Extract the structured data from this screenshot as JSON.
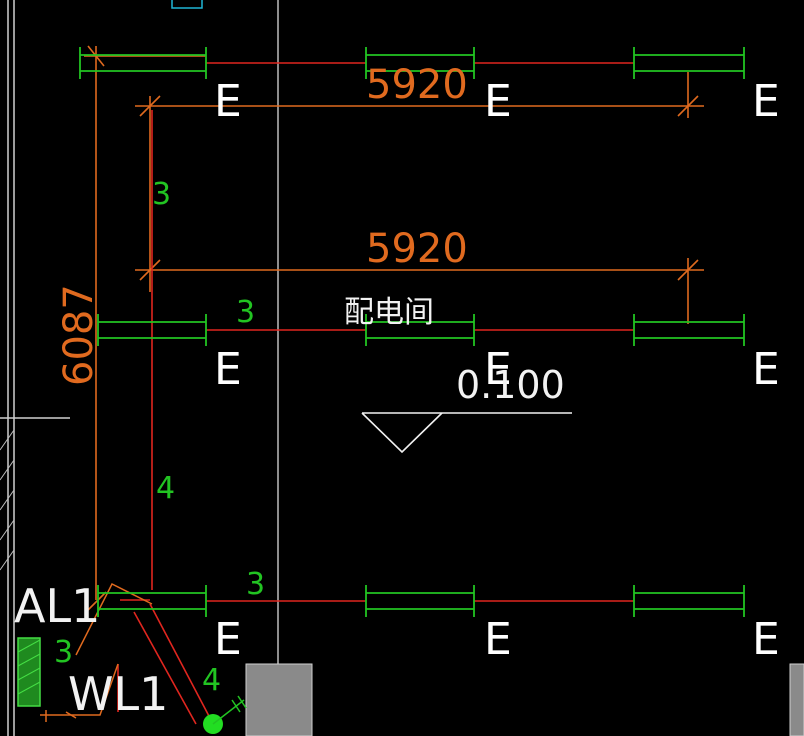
{
  "drawing": {
    "dimensions": {
      "top": "5920",
      "middle": "5920",
      "left": "6087"
    },
    "room_label": "配电间",
    "elevation": "0.100",
    "fixture_label": "E",
    "circuit_numbers": [
      "3",
      "3",
      "4",
      "3",
      "3",
      "4"
    ],
    "panel_label": "AL1",
    "cable_label": "WL1",
    "colors": {
      "background": "#000000",
      "dimension": "#e06a1f",
      "wire": "#e0261f",
      "fixture": "#22c422",
      "text": "#f2f2f2",
      "grid": "#bdbdbd",
      "column": "#8a8a8a"
    }
  }
}
